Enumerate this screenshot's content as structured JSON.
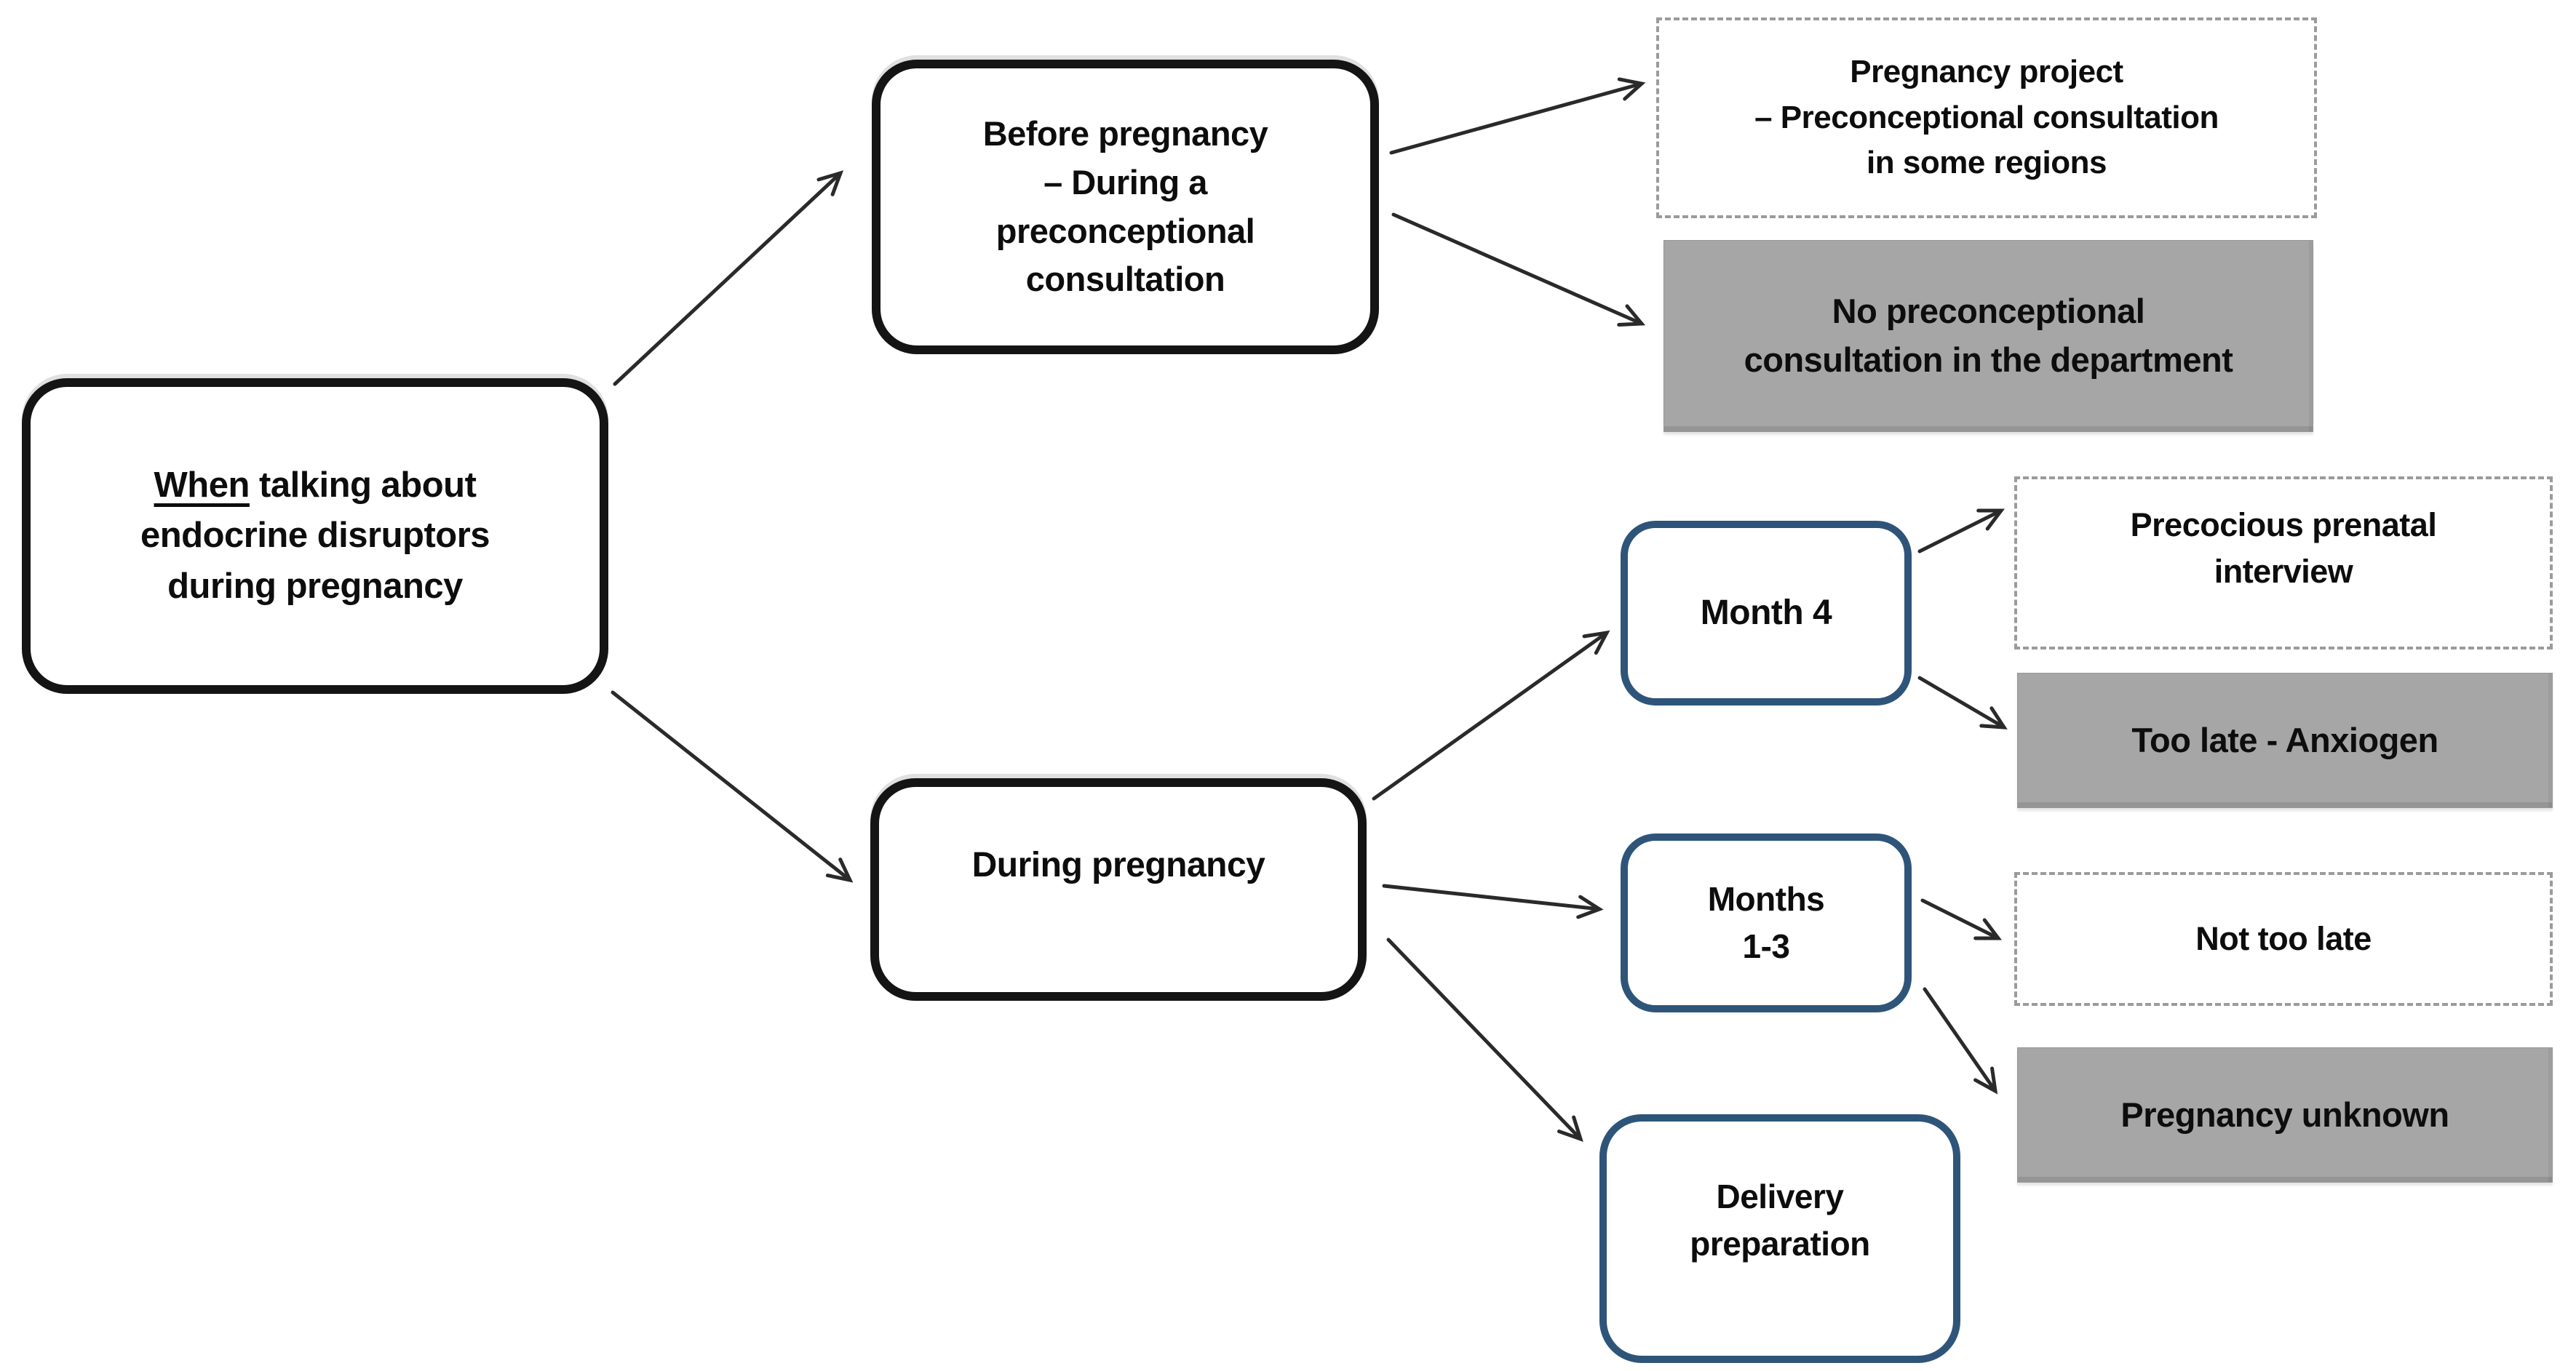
{
  "diagram": {
    "type": "flowchart",
    "colors": {
      "background": "#ffffff",
      "black_node_border": "#141414",
      "blue_node_border": "#2e5579",
      "gray_fill": "#a6a6a6",
      "dashed_border": "#9b9b9b",
      "arrow": "#2a2a2a",
      "text": "#0d0d0d"
    },
    "nodes": {
      "root": {
        "line1_underlined": "When",
        "line1_rest": " talking about",
        "line2": "endocrine disruptors",
        "line3": "during pregnancy",
        "style": "black-rounded-outline"
      },
      "before_pregnancy": {
        "label": "Before pregnancy\n– During a\npreconceptional\nconsultation",
        "style": "black-rounded-outline"
      },
      "pregnancy_project": {
        "label": "Pregnancy project\n– Preconceptional consultation\nin some regions",
        "style": "dash-dot-outline"
      },
      "no_preconceptional": {
        "label": "No preconceptional\nconsultation in the department",
        "style": "gray-filled"
      },
      "month_4": {
        "label": "Month 4",
        "style": "blue-rounded-outline"
      },
      "precocious_prenatal": {
        "label": "Precocious prenatal\ninterview",
        "style": "dash-dot-outline"
      },
      "too_late": {
        "label": "Too late - Anxiogen",
        "style": "gray-filled"
      },
      "during_pregnancy": {
        "label": "During pregnancy",
        "style": "black-rounded-outline"
      },
      "months_1_3": {
        "label": "Months\n1-3",
        "style": "blue-rounded-outline"
      },
      "not_too_late": {
        "label": "Not too late",
        "style": "dash-dot-outline"
      },
      "pregnancy_unknown": {
        "label": "Pregnancy unknown",
        "style": "gray-filled"
      },
      "delivery_preparation": {
        "label": "Delivery\npreparation",
        "style": "blue-rounded-outline"
      }
    },
    "edges": [
      {
        "from": "root",
        "to": "before_pregnancy"
      },
      {
        "from": "root",
        "to": "during_pregnancy"
      },
      {
        "from": "before_pregnancy",
        "to": "pregnancy_project"
      },
      {
        "from": "before_pregnancy",
        "to": "no_preconceptional"
      },
      {
        "from": "during_pregnancy",
        "to": "month_4"
      },
      {
        "from": "during_pregnancy",
        "to": "months_1_3"
      },
      {
        "from": "during_pregnancy",
        "to": "delivery_preparation"
      },
      {
        "from": "month_4",
        "to": "precocious_prenatal"
      },
      {
        "from": "month_4",
        "to": "too_late"
      },
      {
        "from": "months_1_3",
        "to": "not_too_late"
      },
      {
        "from": "months_1_3",
        "to": "pregnancy_unknown"
      }
    ]
  }
}
